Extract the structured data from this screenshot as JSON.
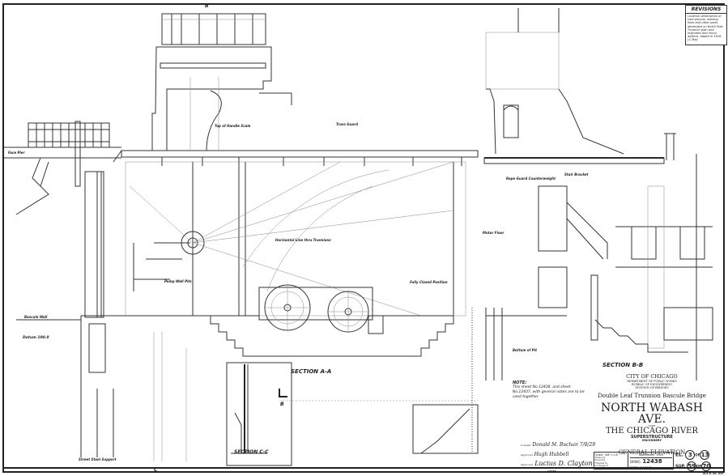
{
  "revisions": {
    "title": "REVISIONS",
    "text": "Location dimensions of rack pinions, bearing lines and other parts depended on North Side Trunnion plan and indicated and minor defects, added in 1918. J.C.Bay"
  },
  "sections": {
    "a": "SECTION A-A",
    "b": "SECTION B-B",
    "c": "SECTION C-C",
    "cut_b": "B",
    "cut_c": "C"
  },
  "labels": {
    "top_handle": "Top of Handle Scale",
    "truss": "Truss Guard",
    "horizontal_line": "Horizontal Line thru Trunnions",
    "datum": "Datum 100.0",
    "bascule_wall": "Bascule Wall",
    "face_pier": "Face Pier",
    "motor_floor": "Motor Floor",
    "rope_guard": "Rope Guard Counterweight",
    "stair_bracket": "Stair Bracket",
    "street_girder": "Street Steel Support",
    "pump": "Pump Well Pits",
    "fully_closed": "Fully Closed Position",
    "bottom_pit": "Bottom of Pit"
  },
  "note": {
    "title": "NOTE:",
    "text": "This sheet No.12438, and sheet No.12437, with general notes are to be used together."
  },
  "title_block": {
    "city": "CITY OF CHICAGO",
    "dept_lines": [
      "DEPARTMENT OF PUBLIC WORKS",
      "BUREAU OF ENGINEERING",
      "DIVISION OF BRIDGES"
    ],
    "bridge_type": "Double Leaf Trunnion Bascule Bridge",
    "street": "NORTH WABASH AVE.",
    "over": "OVER",
    "river": "THE CHICAGO RIVER",
    "part": "SUPERSTRUCTURE",
    "sub": "MACHINERY",
    "sheet_title": "GENERAL ELEVATION",
    "scale": "Scale: 3/8\"=1 ft.",
    "date": "September, 1929",
    "drawn_label": "Drawn by",
    "traced_label": "Traced by",
    "checked_label": "Checked by",
    "charge_label": "In Charge of",
    "drwg_label": "DRWG.",
    "drwg_no": "12438",
    "file_label": "FILE No. F-107-16",
    "el_label": "EL.",
    "el_num": "3",
    "el_of": "OF",
    "el_total": "13",
    "sup_label": "SUP.",
    "sup_num": "59",
    "sup_of": "OF",
    "sup_total": "70",
    "ref": "W.A.R. No. 823"
  },
  "signatures": {
    "consent_label": "Consent",
    "consent": "Donald M. Buchan 7/8/29",
    "approved1_label": "Approved",
    "approved1": "Hugh Hubbell",
    "approved2_label": "Approved",
    "approved2": "Lucius D. Clayton",
    "stamp": "12438"
  }
}
